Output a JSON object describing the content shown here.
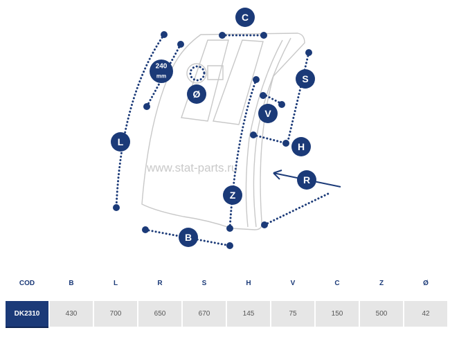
{
  "watermark": "www.stat-parts.ru",
  "labels": {
    "C": "C",
    "S": "S",
    "V": "V",
    "H": "H",
    "R": "R",
    "Z": "Z",
    "L": "L",
    "B": "B",
    "diam": "Ø",
    "size": "240",
    "size_unit": "mm"
  },
  "table": {
    "headers": [
      "COD",
      "B",
      "L",
      "R",
      "S",
      "H",
      "V",
      "C",
      "Z",
      "Ø"
    ],
    "values": [
      "DK2310",
      "430",
      "700",
      "650",
      "670",
      "145",
      "75",
      "150",
      "500",
      "42"
    ]
  },
  "colors": {
    "accent": "#1b3a78",
    "cell": "#e6e6e6"
  }
}
